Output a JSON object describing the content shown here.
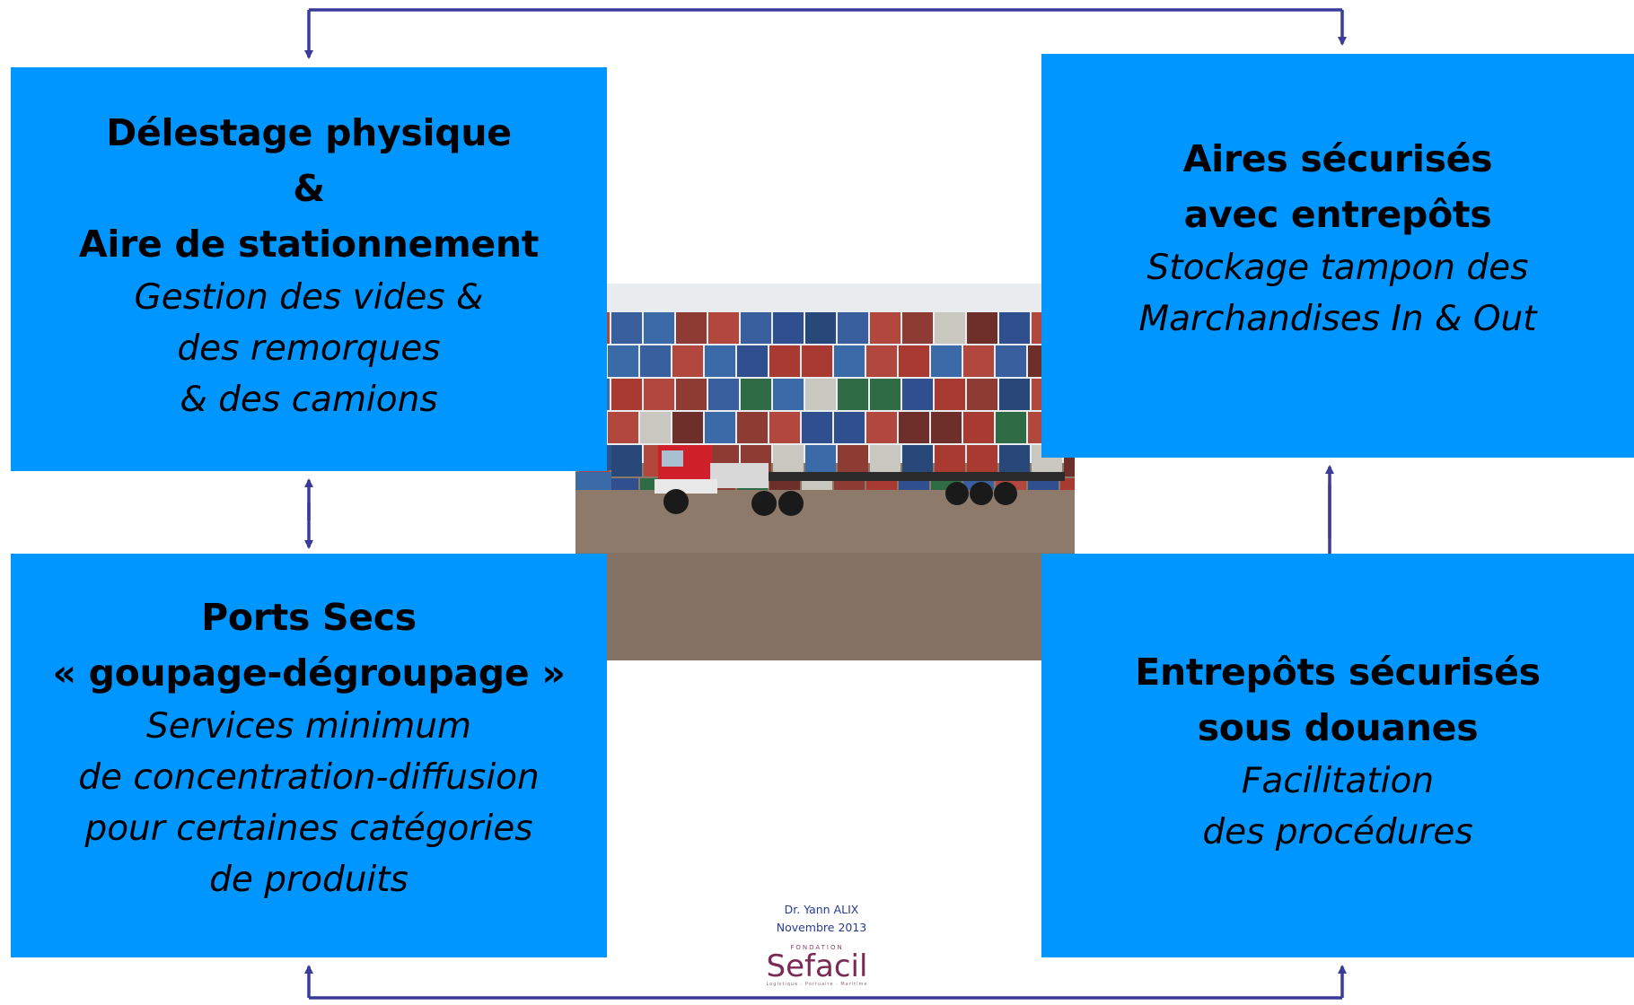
{
  "boxes": {
    "top_left": {
      "bold": [
        "Délestage physique",
        "&",
        "Aire de stationnement"
      ],
      "italic": [
        "Gestion des vides &",
        "des remorques",
        "& des camions"
      ]
    },
    "top_right": {
      "bold": [
        "Aires sécurisés",
        "avec entrepôts"
      ],
      "italic": [
        "Stockage tampon des",
        "Marchandises In & Out"
      ]
    },
    "bottom_left": {
      "bold": [
        "Ports Secs",
        "« goupage-dégroupage »"
      ],
      "italic": [
        "Services minimum",
        "de concentration-diffusion",
        "pour certaines catégories",
        "de produits"
      ]
    },
    "bottom_right": {
      "bold": [
        "Entrepôts sécurisés",
        "sous douanes"
      ],
      "italic": [
        "Facilitation",
        "des procédures"
      ]
    }
  },
  "credit": {
    "author": "Dr. Yann ALIX",
    "date": "Novembre 2013"
  },
  "logo": {
    "small_text": "FONDATION",
    "name": "Sefacil",
    "tagline": "Logistique · Portuaire · Maritime"
  },
  "colors": {
    "box_fill": "#0096ff",
    "arrow": "#3a3a9a"
  }
}
